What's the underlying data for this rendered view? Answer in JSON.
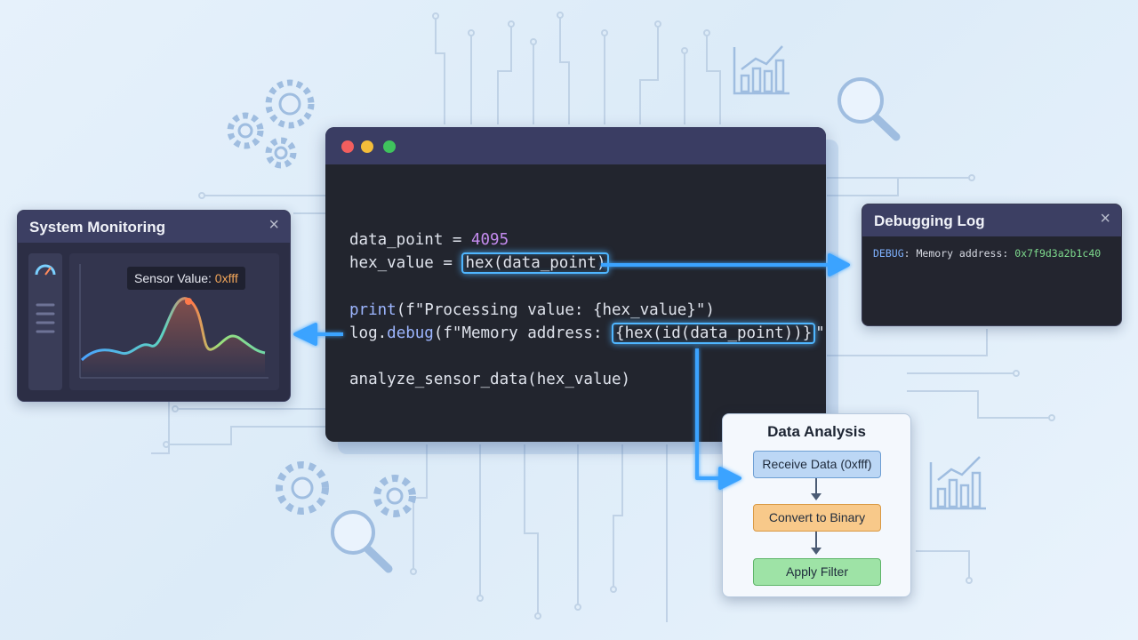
{
  "code": {
    "line1": {
      "a": "data_point = ",
      "b": "4095"
    },
    "line2": {
      "a": "hex_value = ",
      "b": "hex(data_point)"
    },
    "line3": {
      "a": "print",
      "b": "(f\"Processing value: {hex_value}\")"
    },
    "line4": {
      "a": "log.",
      "b": "debug",
      "c": "(f\"Memory address: ",
      "d": "{hex(id(data_point))}",
      "e": "\")"
    },
    "line5": "analyze_sensor_data(hex_value)"
  },
  "monitor": {
    "title": "System Monitoring",
    "close": "×",
    "tooltip_label": "Sensor Value: ",
    "tooltip_value": "0xfff"
  },
  "debug_log": {
    "title": "Debugging Log",
    "close": "×",
    "level": "DEBUG",
    "message": ": Memory address: ",
    "address": "0x7f9d3a2b1c40"
  },
  "analysis": {
    "title": "Data Analysis",
    "steps": [
      "Receive Data (0xfff)",
      "Convert to Binary",
      "Apply Filter"
    ]
  },
  "colors": {
    "code_bg": "#22252e",
    "titlebar": "#3a3d63",
    "highlight": "#4fb6ff",
    "step_receive": "#bcd7f5",
    "step_convert": "#f8c98a",
    "step_filter": "#9ee3a6",
    "address_green": "#7fdc8e"
  }
}
